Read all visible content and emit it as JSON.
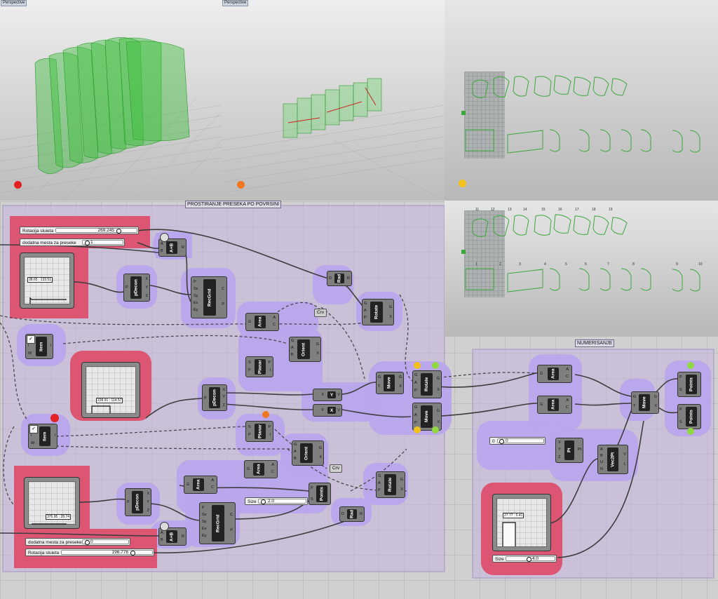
{
  "viewports": {
    "labels": [
      "Perspective",
      "Perspective"
    ]
  },
  "groups": {
    "left_title": "PROSTIRANJE PRESEKA PO POVRSINI",
    "right_title": "NUMERISANJE"
  },
  "sliders": {
    "rot_top_label": "Rotacija sluieta",
    "rot_top_value": "269.245",
    "extra_top_label": "dodatna mesta za preseke",
    "extra_top_value": "1",
    "extra_bottom_label": "dodatna mesta za preseke",
    "extra_bottom_value": "0",
    "rot_bottom_label": "Rotacija sluieta",
    "rot_bottom_value": "196.776",
    "size_mid_label": "Size",
    "size_mid_value": "2.0",
    "zero_label": "0",
    "zero_value": "0",
    "size_right_label": "Size",
    "size_right_value": "4.0"
  },
  "graphs": {
    "g1": "38.65 ; 133.51",
    "g2": "228.91 ; 114.57",
    "g3": "375.95 ; 28.74",
    "g4": "27.77 ; 0.41"
  },
  "components": {
    "aplusb": "A+B",
    "pdecon": "pDecon",
    "recgrid": "RecGrid",
    "rad": "Rad",
    "rotate": "Rotate",
    "area": "Area",
    "crv": "Crv",
    "item": "Item",
    "orient": "Orient",
    "planar": "Planar",
    "move": "Move",
    "y": "Y",
    "x": "X",
    "points": "Points",
    "pt": "Pt",
    "vec2pt": "Vec2Pt"
  },
  "viewport_numbers": {
    "top": [
      "11",
      "12",
      "13",
      "14",
      "15",
      "16",
      "17",
      "18",
      "19"
    ],
    "bottom": [
      "1",
      "2",
      "3",
      "4",
      "5",
      "6",
      "7",
      "8",
      "9",
      "10"
    ]
  },
  "colors": {
    "canvas": "#cfd0cf",
    "group_purple": "#b9a5ec",
    "group_pink": "#dc5572",
    "green_geometry": "#4cc94c",
    "red_dot": "#e32222",
    "orange_dot": "#f07820",
    "yellow_dot": "#f4c21c",
    "green_dot": "#8fd842"
  }
}
